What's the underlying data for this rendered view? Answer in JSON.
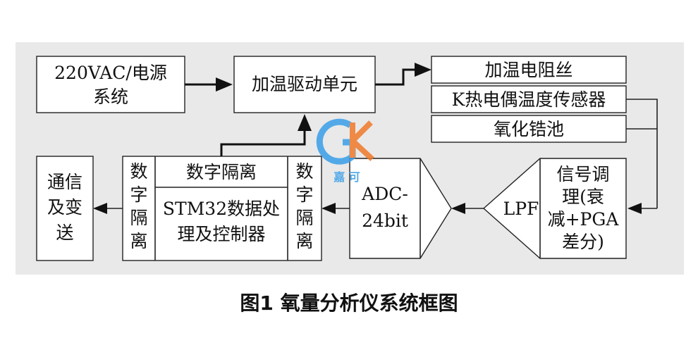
{
  "blocks": {
    "power": [
      "220VAC/电源",
      "系统"
    ],
    "driver": "加温驱动单元",
    "heater": "加温电阻丝",
    "thermocouple": "K热电偶温度传感器",
    "zirconia": "氧化锆池",
    "comm": [
      "通信",
      "及变",
      "送"
    ],
    "iso_left": [
      "数",
      "字",
      "隔",
      "离"
    ],
    "iso_top": "数字隔离",
    "stm32": [
      "STM32数据处",
      "理及控制器"
    ],
    "iso_right": [
      "数",
      "字",
      "隔",
      "离"
    ],
    "adc": [
      "ADC-",
      "24bit"
    ],
    "lpf": "LPF",
    "signal": [
      "信号调",
      "理(衰",
      "减+PGA",
      "差分)"
    ]
  },
  "watermark": {
    "text": "嘉 可",
    "blue": "#3a9ee8",
    "orange": "#f07a2a"
  },
  "caption": "图1  氧量分析仪系统框图"
}
